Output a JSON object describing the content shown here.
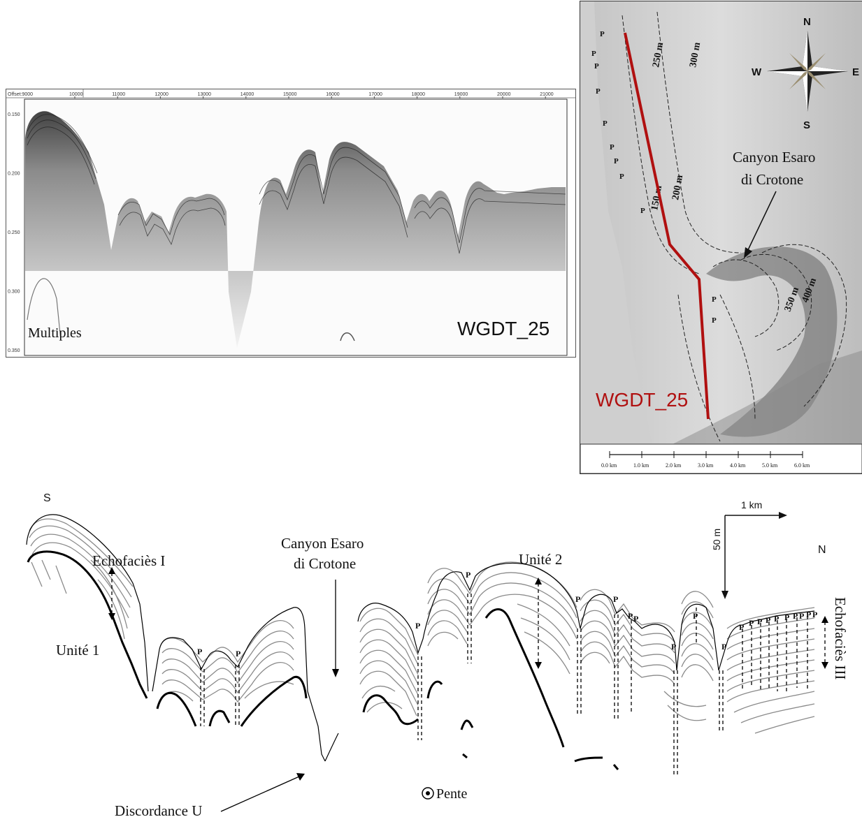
{
  "seismic": {
    "offset_label": "Offset:9000",
    "x_ticks": [
      "10000",
      "11000",
      "12000",
      "13000",
      "14000",
      "15000",
      "16000",
      "17000",
      "18000",
      "19000",
      "20000",
      "21000"
    ],
    "y_ticks": [
      "0.150",
      "0.200",
      "0.250",
      "0.300",
      "0.350"
    ],
    "multiples_label": "Multiples",
    "profile_name": "WGDT_25"
  },
  "map": {
    "compass": {
      "n": "N",
      "s": "S",
      "e": "E",
      "w": "W"
    },
    "isobaths": [
      "250 m",
      "300 m",
      "150 m",
      "200 m",
      "350 m",
      "400 m"
    ],
    "canyon_label_1": "Canyon Esaro",
    "canyon_label_2": "di Crotone",
    "profile_label": "WGDT_25",
    "p_marker": "P",
    "scale_ticks": [
      "0.0 km",
      "1.0 km",
      "2.0 km",
      "3.0 km",
      "4.0 km",
      "5.0 km",
      "6.0 km"
    ],
    "colors": {
      "profile_line": "#b01010"
    }
  },
  "interpretation": {
    "south_label": "S",
    "north_label": "N",
    "scale_h": "1 km",
    "scale_v": "50 m",
    "echofacies_1": "Echofaciès I",
    "unite_1": "Unité 1",
    "canyon_1": "Canyon Esaro",
    "canyon_2": "di Crotone",
    "unite_2": "Unité 2",
    "echofacies_3": "Echofaciès III",
    "discordance": "Discordance U",
    "pente": "Pente",
    "p_marker": "P"
  }
}
